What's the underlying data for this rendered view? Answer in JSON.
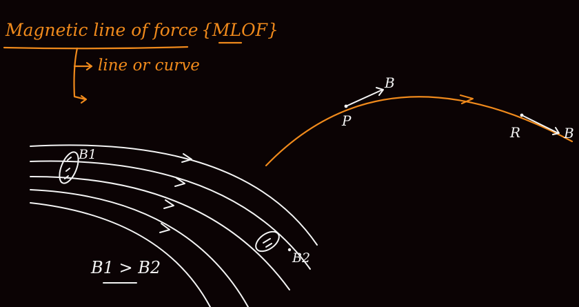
{
  "heading": {
    "title": "Magnetic line of force",
    "abbr": "{MLOF}",
    "branch_text": "line or curve"
  },
  "curve_diagram": {
    "point_p": "P",
    "point_r": "R",
    "field_label_p": "B",
    "field_label_r": "B"
  },
  "field_lines_diagram": {
    "b1_label": "B1",
    "b2_label": "B2",
    "relation": "B1 > B2"
  },
  "colors": {
    "background": "#0b0304",
    "orange_ink": "#f08a1c",
    "white_ink": "#f4f4f4"
  }
}
